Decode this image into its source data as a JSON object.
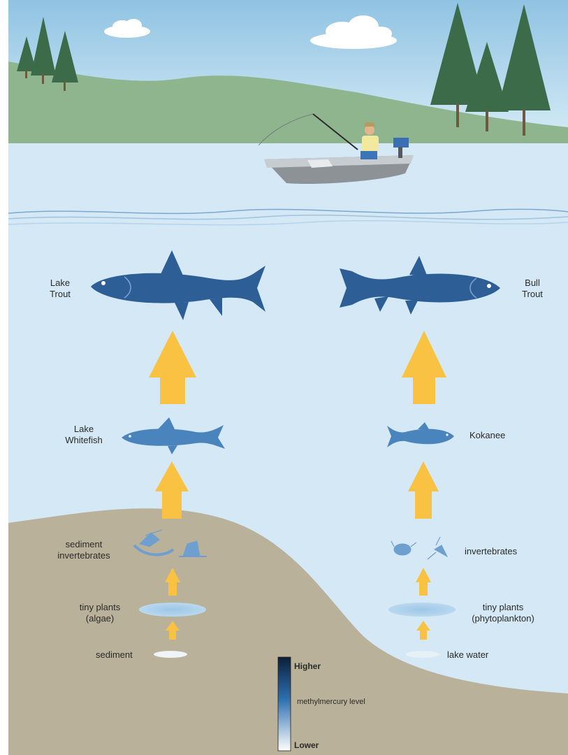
{
  "colors": {
    "sky_top": "#8fc3e2",
    "sky_bottom": "#d7ebf6",
    "hill": "#8fb58e",
    "water": "#d4e8f5",
    "lake_bed": "#b9b19a",
    "fish": "#2d5f96",
    "fish_mid": "#4a84bd",
    "arrow": "#f9c242",
    "tree": "#3c6b4a"
  },
  "predators": {
    "left": "Lake Trout",
    "right": "Bull Trout"
  },
  "forage_fish": {
    "left": "Lake Whitefish",
    "right": "Kokanee"
  },
  "invertebrates": {
    "left": "sediment invertebrates",
    "right": "invertebrates"
  },
  "plants": {
    "left": "tiny plants (algae)",
    "right": "tiny plants (phytoplankton)"
  },
  "base": {
    "left": "sediment",
    "right": "lake water"
  },
  "legend": {
    "high": "Higher",
    "label": "methylmercury level",
    "low": "Lower"
  }
}
